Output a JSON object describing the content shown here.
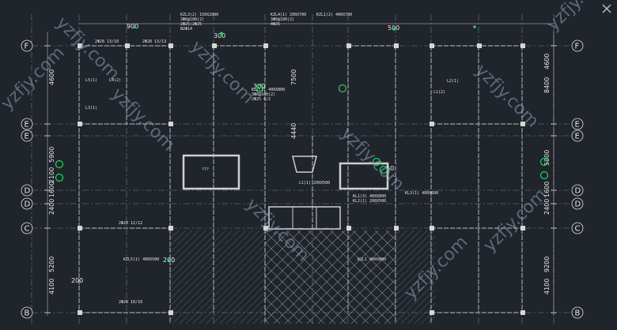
{
  "axes_left": [
    {
      "label": "F"
    },
    {
      "label": "E"
    },
    {
      "label": "E"
    },
    {
      "label": "D"
    },
    {
      "label": "D"
    },
    {
      "label": "C"
    },
    {
      "label": "B"
    }
  ],
  "axes_right": [
    {
      "label": "F"
    },
    {
      "label": "E"
    },
    {
      "label": "E"
    },
    {
      "label": "D"
    },
    {
      "label": "D"
    },
    {
      "label": "C"
    },
    {
      "label": "B"
    }
  ],
  "dims_left": [
    "4600",
    "5900",
    "2100",
    "1600",
    "2400",
    "5200",
    "4100"
  ],
  "dims_right": [
    "4600",
    "8400",
    "5900",
    "1600",
    "2400",
    "9200",
    "4100"
  ],
  "dims_center": [
    "7500",
    "4440"
  ],
  "dims_top": [
    "900",
    "300",
    "300",
    "500"
  ],
  "dims_bottom": [
    "200",
    "200",
    "60"
  ],
  "notes": [
    "KZL3(2) 150X2000",
    "3Φ8@100(2)",
    "2Φ25;2Φ25",
    "N2Φ14",
    "2Φ28 13/10",
    "KZL4(1) 200X700",
    "3Φ8@100(2)",
    "4Φ25",
    "KZL1(2) 400X700",
    "2Φ28 13/13",
    "L5(1)",
    "L4(2)",
    "L3(1)",
    "KL2(1) 400X800",
    "3Φ8@100(2)",
    "2Φ25 4/2",
    "L1(1) 200X500",
    "KL1(3) 400X800",
    "KL2(1) 200X500",
    "KL3(1) 400X600",
    "2Φ28 12/12",
    "L1(2)",
    "L2(1)",
    "KZL5(1) 400X500",
    "2Φ28 10/10",
    "KZL1 400X800"
  ],
  "room_tag": "???",
  "watermark": "yzfjy.com",
  "close_label": "×"
}
